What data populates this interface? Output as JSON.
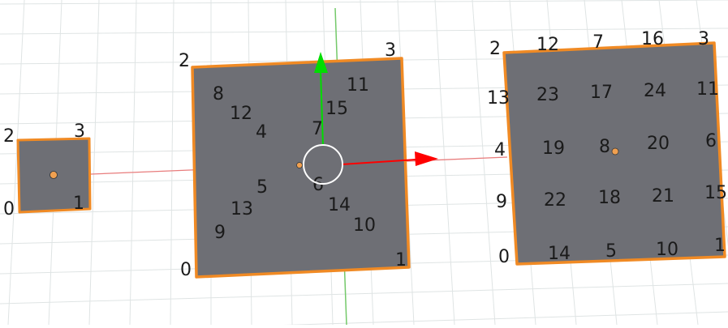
{
  "viewport": {
    "background": "#ffffff",
    "grid_color": "#dfe4e4",
    "face_color": "#6e6f75",
    "outline_color": "#f08a24",
    "y_axis_color": "#74c96a",
    "x_axis_color": "#e87c7c"
  },
  "gizmo": {
    "x_arrow_color": "#ff0000",
    "y_arrow_color": "#00dd00",
    "ring_color": "#ffffff"
  },
  "small_quad": {
    "labels": [
      "0",
      "1",
      "2",
      "3"
    ]
  },
  "mid_quad": {
    "labels": [
      "0",
      "1",
      "2",
      "3",
      "4",
      "5",
      "6",
      "7",
      "8",
      "9",
      "10",
      "11",
      "12",
      "13",
      "14",
      "15"
    ]
  },
  "large_quad": {
    "labels": [
      "0",
      "1",
      "2",
      "3",
      "4",
      "5",
      "6",
      "7",
      "8",
      "9",
      "10",
      "11",
      "12",
      "13",
      "14",
      "15",
      "16",
      "17",
      "18",
      "19",
      "20",
      "21",
      "22",
      "23",
      "24"
    ]
  }
}
